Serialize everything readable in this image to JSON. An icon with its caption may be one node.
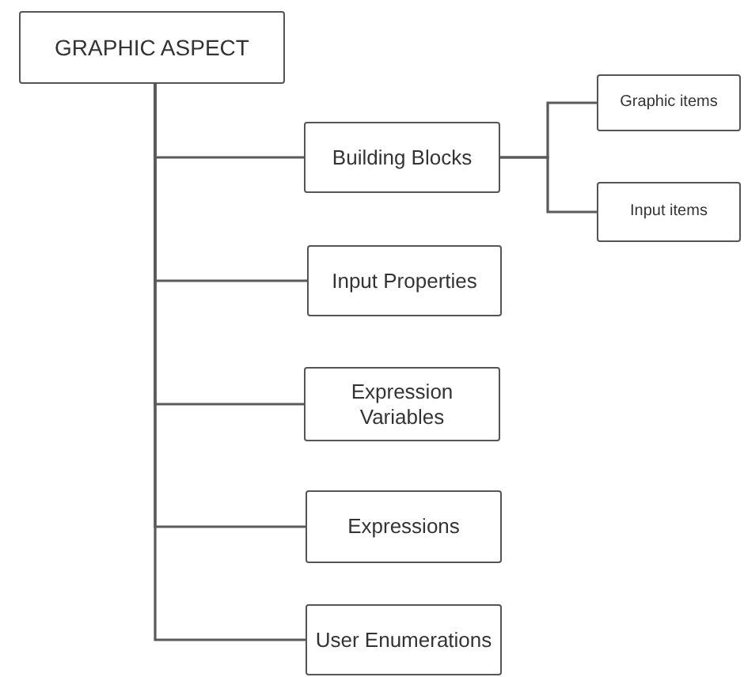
{
  "diagram": {
    "nodes": [
      {
        "text": [
          "GRAPHIC ASPECT"
        ]
      },
      {
        "text": [
          "Building Blocks"
        ]
      },
      {
        "text": [
          "Graphic items"
        ]
      },
      {
        "text": [
          "Input items"
        ]
      },
      {
        "text": [
          "Input Properties"
        ]
      },
      {
        "text": [
          "Expression Variables"
        ]
      },
      {
        "text": [
          "Expressions"
        ]
      },
      {
        "text": [
          "User Enumerations"
        ]
      }
    ],
    "edges": [
      {
        "from": 0,
        "to": 1,
        "arrow": "none"
      },
      {
        "from": 1,
        "to": 2,
        "arrow": "none"
      },
      {
        "from": 1,
        "to": 3,
        "arrow": "none"
      },
      {
        "from": 0,
        "to": 4,
        "arrow": "none"
      },
      {
        "from": 0,
        "to": 5,
        "arrow": "none"
      },
      {
        "from": 0,
        "to": 6,
        "arrow": "none"
      },
      {
        "from": 0,
        "to": 7,
        "arrow": "none"
      }
    ]
  }
}
